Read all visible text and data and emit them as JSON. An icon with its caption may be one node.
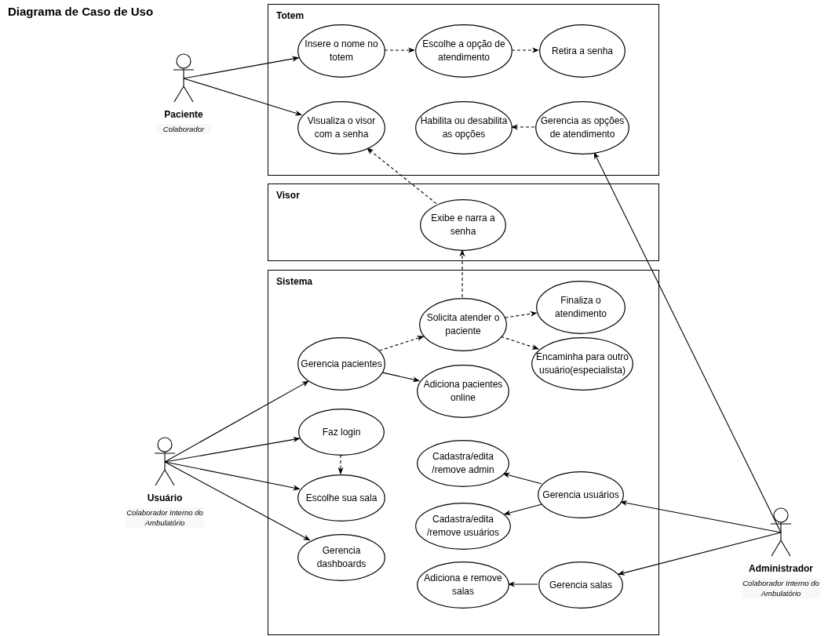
{
  "diagram": {
    "title": "Diagrama de Caso de Uso",
    "nodes": [
      {
        "text": [
          "Paciente",
          "Colaborador"
        ]
      },
      {
        "text": [
          "Totem"
        ]
      },
      {
        "text": [
          "Insere o nome no totem"
        ],
        "in": 1
      },
      {
        "text": [
          "Escolhe a opção de atendimento"
        ],
        "in": 1
      },
      {
        "text": [
          "Retira a senha"
        ],
        "in": 1
      },
      {
        "text": [
          "Visualiza o visor com a senha"
        ],
        "in": 1
      },
      {
        "text": [
          "Habilita ou desabilita as opções"
        ],
        "in": 1
      },
      {
        "text": [
          "Gerencia as opções de atendimento"
        ],
        "in": 1
      },
      {
        "text": [
          "Visor"
        ]
      },
      {
        "text": [
          "Exibe e narra a senha"
        ],
        "in": 8
      },
      {
        "text": [
          "Sistema"
        ]
      },
      {
        "text": [
          "Solicita atender o paciente"
        ],
        "in": 10
      },
      {
        "text": [
          "Finaliza o atendimento"
        ],
        "in": 10
      },
      {
        "text": [
          "Gerencia pacientes"
        ],
        "in": 10
      },
      {
        "text": [
          "Encaminha para outro usuário(especialista)"
        ],
        "in": 10
      },
      {
        "text": [
          "Adiciona pacientes online"
        ],
        "in": 10
      },
      {
        "text": [
          "Faz login"
        ],
        "in": 10
      },
      {
        "text": [
          "Cadastra/edita /remove admin"
        ],
        "in": 10
      },
      {
        "text": [
          "Gerencia usuários"
        ],
        "in": 10
      },
      {
        "text": [
          "Escolhe sua sala"
        ],
        "in": 10
      },
      {
        "text": [
          "Cadastra/edita /remove usuários"
        ],
        "in": 10
      },
      {
        "text": [
          "Gerencia dashboards"
        ],
        "in": 10
      },
      {
        "text": [
          "Adiciona e remove salas"
        ],
        "in": 10
      },
      {
        "text": [
          "Gerencia salas"
        ],
        "in": 10
      },
      {
        "text": [
          "Usuário",
          "Colaborador Interno do Ambulatório"
        ]
      },
      {
        "text": [
          "Administrador",
          "Colaborador Interno do Ambulatório"
        ]
      }
    ],
    "edges": [
      {
        "from": 0,
        "to": 2,
        "arrow": "to"
      },
      {
        "from": 0,
        "to": 5,
        "arrow": "to"
      },
      {
        "from": 2,
        "to": 3,
        "arrow": "to",
        "style": "dashed"
      },
      {
        "from": 3,
        "to": 4,
        "arrow": "to",
        "style": "dashed"
      },
      {
        "from": 7,
        "to": 6,
        "arrow": "to",
        "style": "dashed"
      },
      {
        "from": 9,
        "to": 5,
        "arrow": "to",
        "style": "dashed"
      },
      {
        "from": 11,
        "to": 9,
        "arrow": "to",
        "style": "dashed"
      },
      {
        "from": 11,
        "to": 12,
        "arrow": "to",
        "style": "dashed"
      },
      {
        "from": 11,
        "to": 14,
        "arrow": "to",
        "style": "dashed"
      },
      {
        "from": 13,
        "to": 11,
        "arrow": "to",
        "style": "dashed"
      },
      {
        "from": 13,
        "to": 15,
        "arrow": "to"
      },
      {
        "from": 16,
        "to": 19,
        "arrow": "to",
        "style": "dashed"
      },
      {
        "from": 24,
        "to": 13,
        "arrow": "to"
      },
      {
        "from": 24,
        "to": 16,
        "arrow": "to"
      },
      {
        "from": 24,
        "to": 19,
        "arrow": "to"
      },
      {
        "from": 24,
        "to": 21,
        "arrow": "to"
      },
      {
        "from": 25,
        "to": 7,
        "arrow": "to"
      },
      {
        "from": 25,
        "to": 18,
        "arrow": "to"
      },
      {
        "from": 25,
        "to": 23,
        "arrow": "to"
      },
      {
        "from": 18,
        "to": 17,
        "arrow": "to"
      },
      {
        "from": 18,
        "to": 20,
        "arrow": "to"
      },
      {
        "from": 23,
        "to": 22,
        "arrow": "to"
      }
    ]
  }
}
